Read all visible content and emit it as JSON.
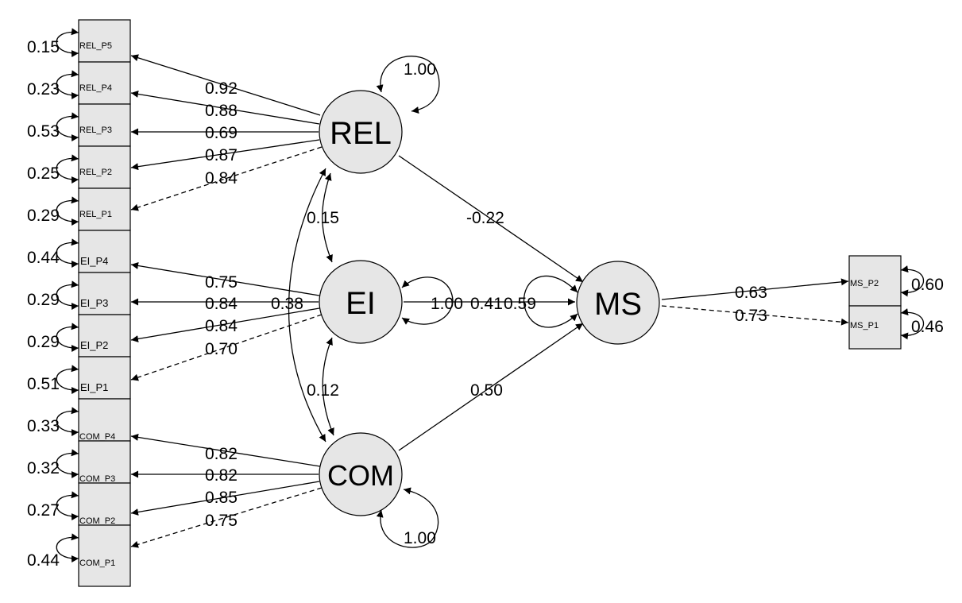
{
  "latents": {
    "rel": {
      "label": "REL",
      "variance": "1.00"
    },
    "ei": {
      "label": "EI",
      "variance": "1.00"
    },
    "com": {
      "label": "COM",
      "variance": "1.00"
    },
    "ms": {
      "label": "MS",
      "residual": "0.59"
    }
  },
  "indicators": [
    {
      "label": "REL_P5",
      "error": "0.15",
      "loading": "0.92"
    },
    {
      "label": "REL_P4",
      "error": "0.23",
      "loading": "0.88"
    },
    {
      "label": "REL_P3",
      "error": "0.53",
      "loading": "0.69"
    },
    {
      "label": "REL_P2",
      "error": "0.25",
      "loading": "0.87"
    },
    {
      "label": "REL_P1",
      "error": "0.29",
      "loading": "0.84"
    },
    {
      "label": "EI_P4",
      "error": "0.44",
      "loading": "0.75"
    },
    {
      "label": "EI_P3",
      "error": "0.29",
      "loading": "0.84"
    },
    {
      "label": "EI_P2",
      "error": "0.29",
      "loading": "0.84"
    },
    {
      "label": "EI_P1",
      "error": "0.51",
      "loading": "0.70"
    },
    {
      "label": "COM_P4",
      "error": "0.33",
      "loading": "0.82"
    },
    {
      "label": "COM_P3",
      "error": "0.32",
      "loading": "0.82"
    },
    {
      "label": "COM_P2",
      "error": "0.27",
      "loading": "0.85"
    },
    {
      "label": "COM_P1",
      "error": "0.44",
      "loading": "0.75"
    }
  ],
  "ms_indicators": [
    {
      "label": "MS_P2",
      "error": "0.60",
      "loading": "0.63"
    },
    {
      "label": "MS_P1",
      "error": "0.46",
      "loading": "0.73"
    }
  ],
  "covariances": {
    "rel_ei": "0.15",
    "ei_com": "0.12",
    "rel_com": "0.38"
  },
  "paths": {
    "rel_ms": "-0.22",
    "ei_ms": "0.41",
    "com_ms": "0.50"
  }
}
